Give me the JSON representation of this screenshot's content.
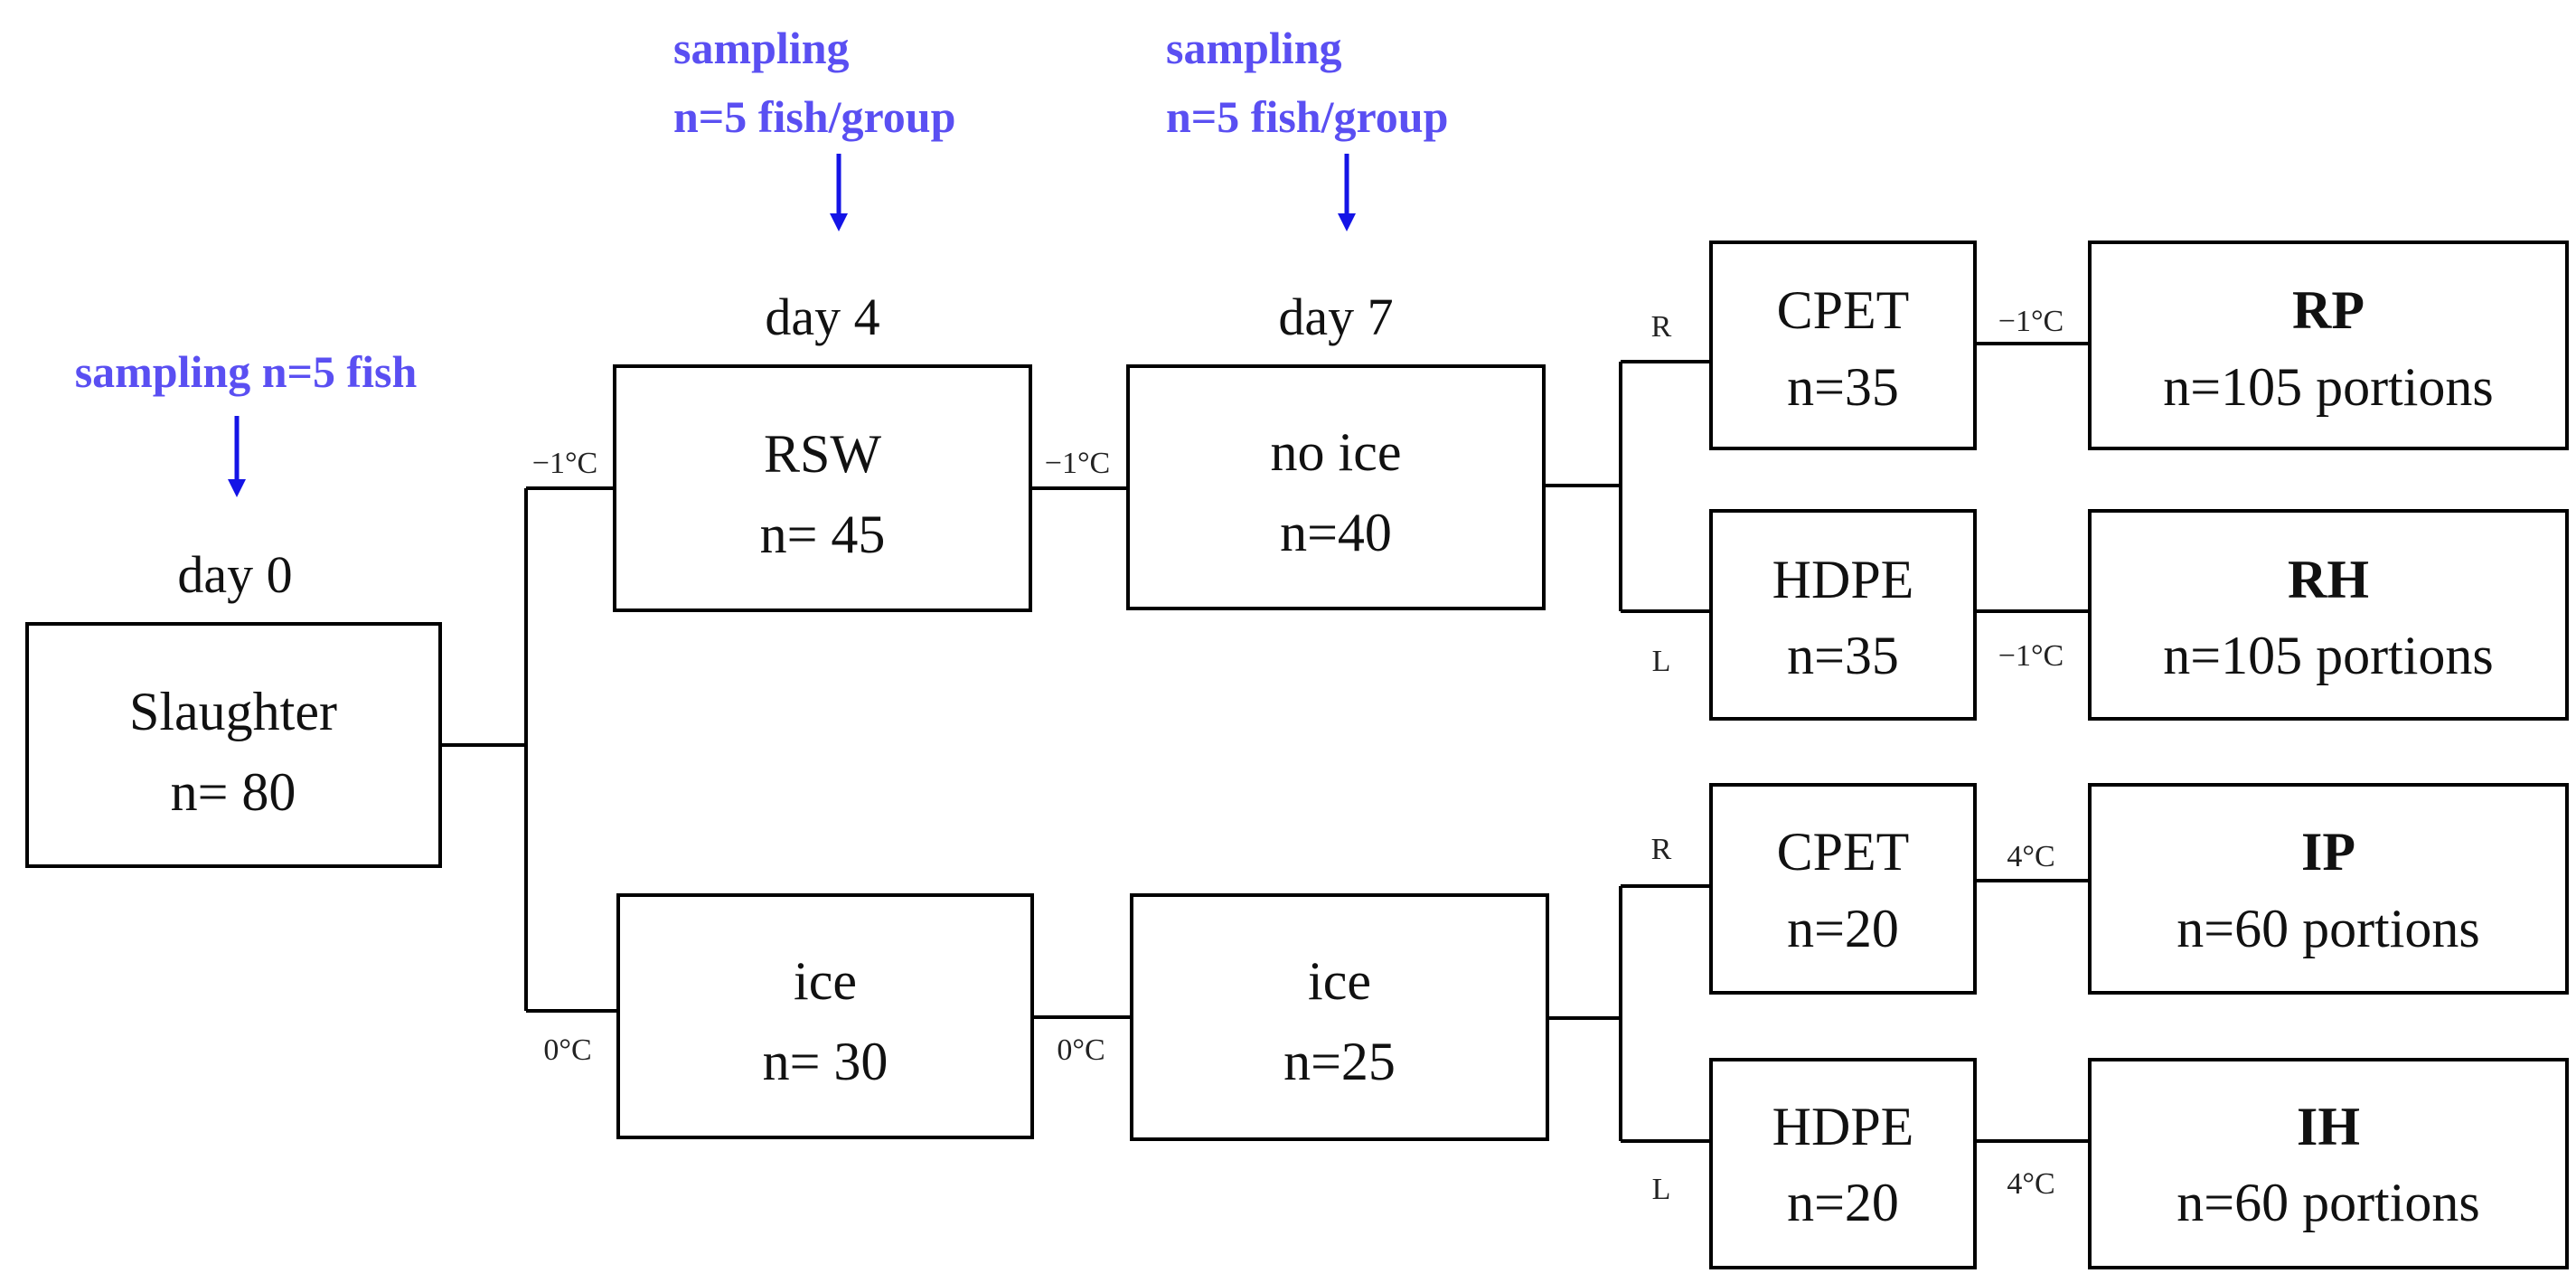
{
  "colors": {
    "sampling_text": "#5a4ff2",
    "sampling_arrow": "#1414e6",
    "box_stroke": "#000000",
    "text": "#111111"
  },
  "sampling": {
    "day0": [
      "sampling n=5 fish"
    ],
    "day4": [
      "sampling",
      "n=5 fish/group"
    ],
    "day7": [
      "sampling",
      "n=5 fish/group"
    ]
  },
  "days": {
    "day0": "day 0",
    "day4": "day 4",
    "day7": "day 7"
  },
  "boxes": {
    "slaughter": {
      "line1": "Slaughter",
      "line2": "n= 80"
    },
    "rsw": {
      "line1": "RSW",
      "line2": "n= 45"
    },
    "ice1": {
      "line1": "ice",
      "line2": "n= 30"
    },
    "noice": {
      "line1": "no ice",
      "line2": "n=40"
    },
    "ice2": {
      "line1": "ice",
      "line2": "n=25"
    },
    "cpet_r": {
      "line1": "CPET",
      "line2": "n=35"
    },
    "hdpe_r": {
      "line1": "HDPE",
      "line2": "n=35"
    },
    "cpet_i": {
      "line1": "CPET",
      "line2": "n=20"
    },
    "hdpe_i": {
      "line1": "HDPE",
      "line2": "n=20"
    },
    "rp": {
      "line1": "RP",
      "line2": "n=105 portions"
    },
    "rh": {
      "line1": "RH",
      "line2": "n=105 portions"
    },
    "ip": {
      "line1": "IP",
      "line2": "n=60 portions"
    },
    "ih": {
      "line1": "IH",
      "line2": "n=60 portions"
    }
  },
  "temperatures": {
    "to_rsw": "−1°C",
    "to_ice1": "0°C",
    "rsw_to_noice": "−1°C",
    "ice1_to_ice2": "0°C",
    "cpet_r_to_rp": "−1°C",
    "hdpe_r_to_rh": "−1°C",
    "cpet_i_to_ip": "4°C",
    "hdpe_i_to_ih": "4°C"
  },
  "branch_labels": {
    "upper_r": "R",
    "upper_l": "L",
    "lower_r": "R",
    "lower_l": "L"
  }
}
